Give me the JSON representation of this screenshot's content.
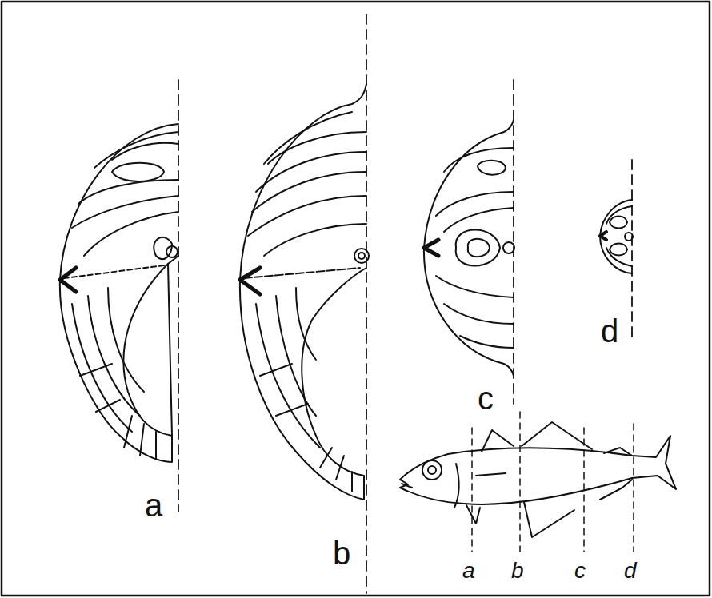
{
  "diagram": {
    "labels": [
      "a",
      "b",
      "c",
      "d",
      "a",
      "b",
      "c",
      "d"
    ]
  }
}
